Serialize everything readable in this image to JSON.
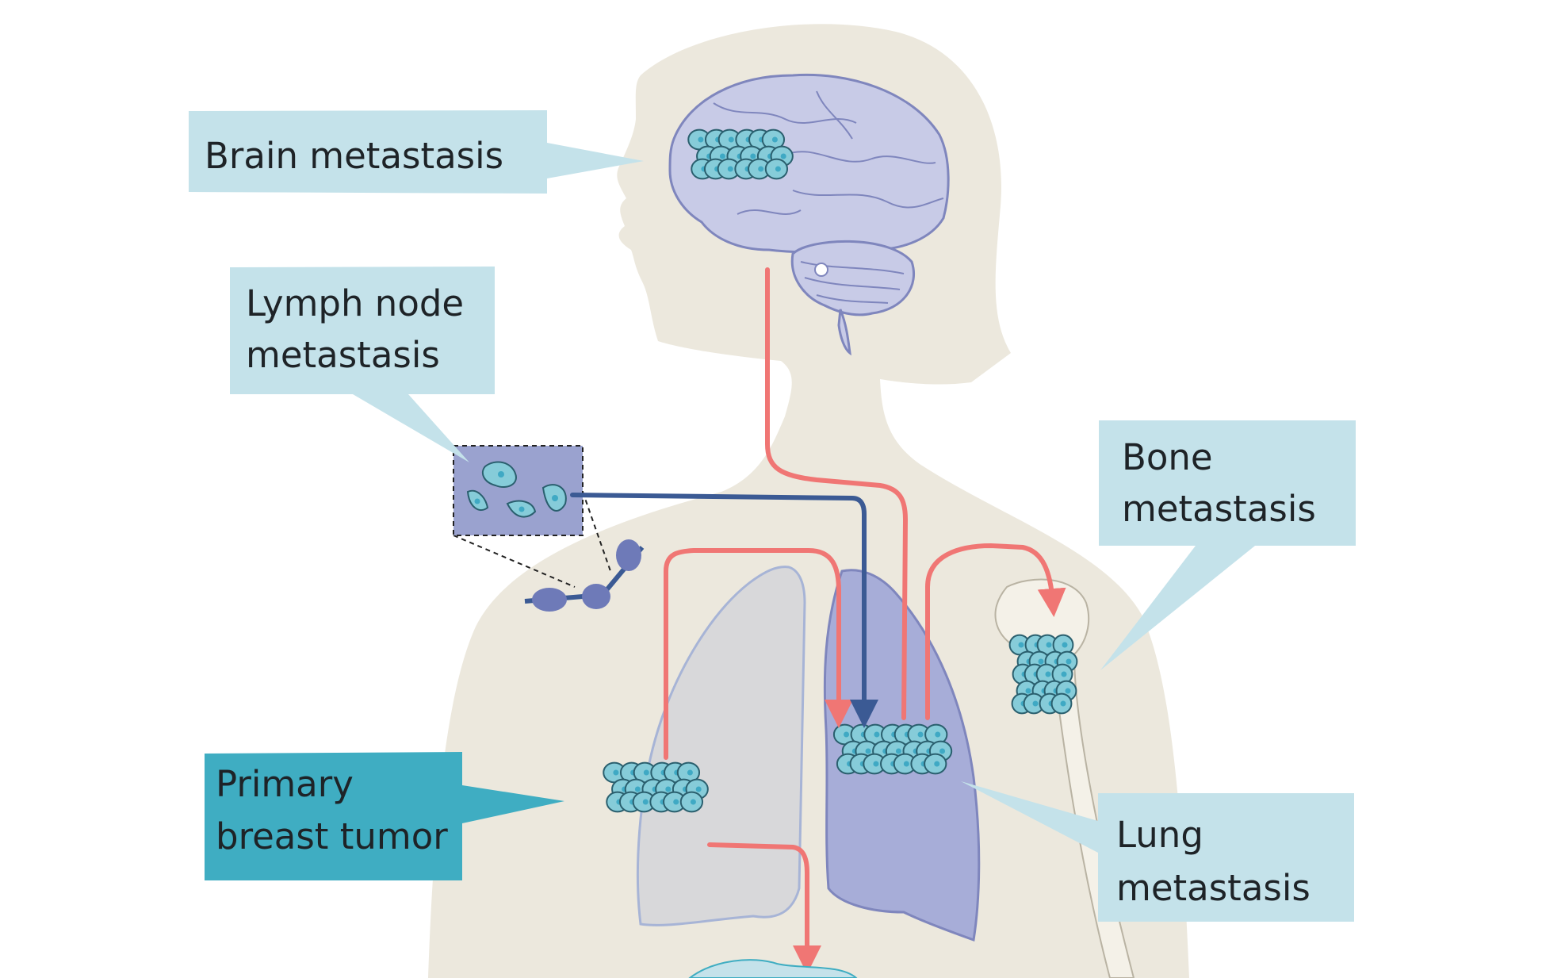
{
  "labels": {
    "brain": "Brain metastasis",
    "lymph": [
      "Lymph node",
      "metastasis"
    ],
    "bone": [
      "Bone",
      "metastasis"
    ],
    "primary": [
      "Primary",
      "breast tumor"
    ],
    "lung": [
      "Lung",
      "metastasis"
    ]
  },
  "colors": {
    "background": "#ffffff",
    "body_silhouette": "#ece8dd",
    "callout_light": "#c4e2ea",
    "callout_primary": "#3fadc2",
    "brain": "#c8cbe7",
    "brain_outline": "#7f86bd",
    "right_lung": "#a7add8",
    "left_lung": "#d8d8da",
    "lymph_vessel": "#3b5a94",
    "blood_arrow": "#f07674",
    "tumor_cell": "#86ccd9",
    "tumor_nucleus": "#3fa9c4",
    "bone": "#f4f1e8",
    "lymph_node": "#6e7ab8"
  },
  "icons": {
    "brain": "brain-icon",
    "lung_left": "left-lung-icon",
    "lung_right": "right-lung-icon",
    "bone": "humerus-bone-icon",
    "lymph_nodes": "lymph-node-chain-icon",
    "tumor_cluster": "tumor-cell-cluster-icon"
  }
}
